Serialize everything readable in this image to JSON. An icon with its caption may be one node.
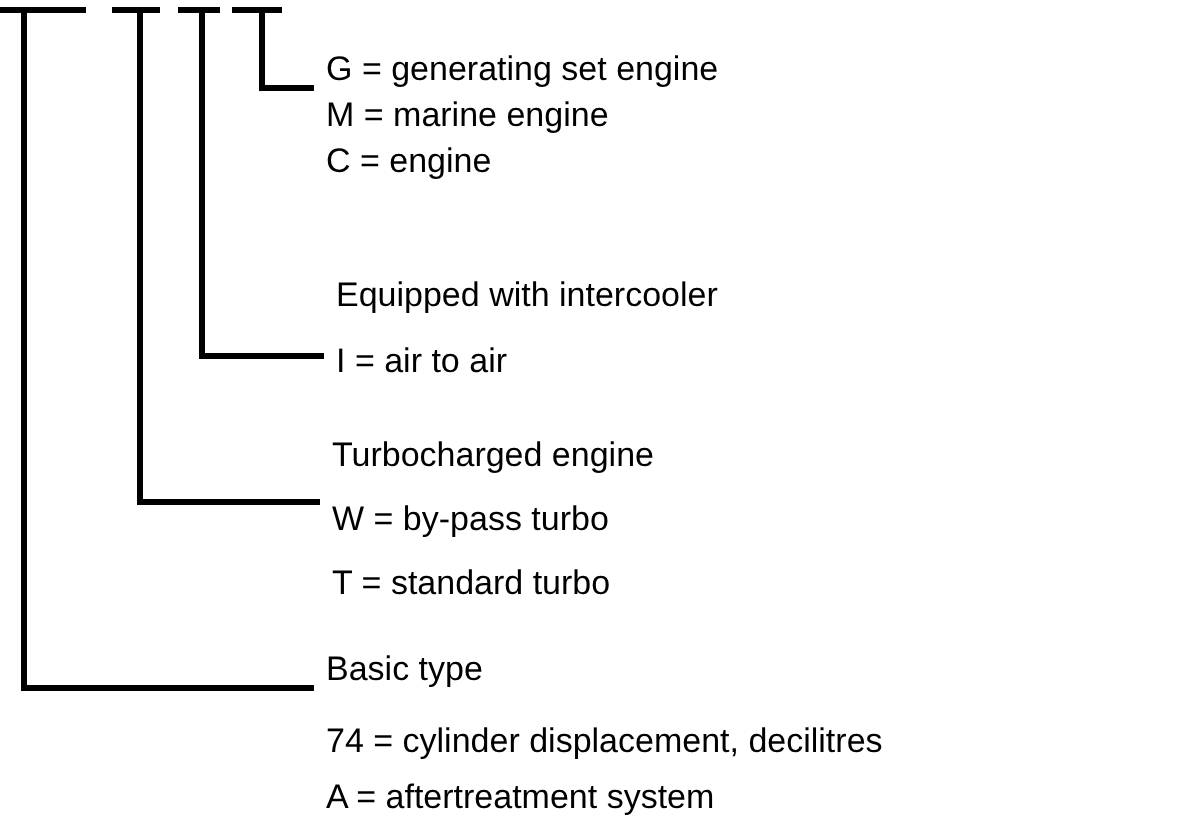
{
  "diagram": {
    "nodes": [
      {
        "text": [
          "G = generating set engine",
          "M = marine engine",
          "C = engine"
        ]
      },
      {
        "text": [
          "Equipped with intercooler",
          "I = air to air"
        ]
      },
      {
        "text": [
          "Turbocharged engine",
          "W = by-pass turbo",
          "T = standard turbo"
        ]
      },
      {
        "text": [
          "Basic type",
          "74 = cylinder displacement, decilitres",
          "A = aftertreatment system"
        ]
      }
    ],
    "edges": [
      {
        "from": null,
        "to": 0,
        "arrow": "none"
      },
      {
        "from": null,
        "to": 1,
        "arrow": "none"
      },
      {
        "from": null,
        "to": 2,
        "arrow": "none"
      },
      {
        "from": null,
        "to": 3,
        "arrow": "none"
      }
    ]
  }
}
